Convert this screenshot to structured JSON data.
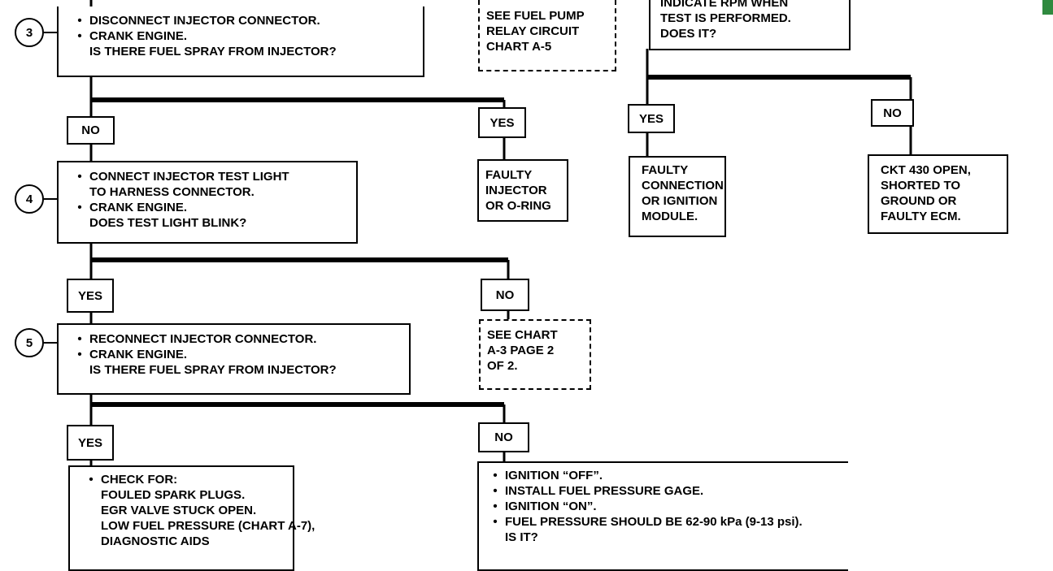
{
  "step3": {
    "number": "3",
    "lines": [
      {
        "bullet": "•",
        "text": "DISCONNECT INJECTOR CONNECTOR."
      },
      {
        "bullet": "•",
        "text": "CRANK ENGINE."
      },
      {
        "bullet": "",
        "text": "IS THERE FUEL SPRAY FROM INJECTOR?"
      }
    ]
  },
  "fuel_pump_ref": {
    "lines": [
      "SEE FUEL PUMP",
      "RELAY CIRCUIT",
      "CHART A-5"
    ]
  },
  "rpm_question": {
    "lines": [
      "INDICATE RPM WHEN",
      "TEST IS PERFORMED.",
      "DOES IT?"
    ]
  },
  "step3_no": "NO",
  "step3_yes": "YES",
  "faulty_injector": {
    "lines": [
      "FAULTY",
      "INJECTOR",
      "OR O-RING"
    ]
  },
  "rpm_yes": "YES",
  "rpm_no": "NO",
  "faulty_connection": {
    "lines": [
      "FAULTY",
      "CONNECTION",
      "OR IGNITION",
      "MODULE."
    ]
  },
  "ckt_430": {
    "lines": [
      "CKT 430 OPEN,",
      "SHORTED TO",
      "GROUND OR",
      "FAULTY ECM."
    ]
  },
  "step4": {
    "number": "4",
    "lines": [
      {
        "bullet": "•",
        "text": "CONNECT INJECTOR TEST LIGHT"
      },
      {
        "bullet": "",
        "text": "TO HARNESS CONNECTOR."
      },
      {
        "bullet": "•",
        "text": "CRANK ENGINE."
      },
      {
        "bullet": "",
        "text": "DOES TEST LIGHT BLINK?"
      }
    ]
  },
  "step4_yes": "YES",
  "step4_no": "NO",
  "chart_a3_ref": {
    "lines": [
      "SEE CHART",
      "A-3 PAGE 2",
      "OF 2."
    ]
  },
  "step5": {
    "number": "5",
    "lines": [
      {
        "bullet": "•",
        "text": "RECONNECT INJECTOR CONNECTOR."
      },
      {
        "bullet": "•",
        "text": "CRANK ENGINE."
      },
      {
        "bullet": "",
        "text": "IS THERE FUEL SPRAY FROM INJECTOR?"
      }
    ]
  },
  "step5_yes": "YES",
  "step5_no": "NO",
  "check_for": {
    "lines": [
      {
        "bullet": "•",
        "text": "CHECK FOR:"
      },
      {
        "bullet": "",
        "text": "FOULED SPARK PLUGS."
      },
      {
        "bullet": "",
        "text": "EGR VALVE STUCK OPEN."
      },
      {
        "bullet": "",
        "text": "LOW FUEL PRESSURE (CHART A-7),"
      },
      {
        "bullet": "",
        "text": "DIAGNOSTIC AIDS"
      }
    ]
  },
  "pressure_check": {
    "lines": [
      {
        "bullet": "•",
        "text": "IGNITION “OFF”."
      },
      {
        "bullet": "•",
        "text": "INSTALL FUEL PRESSURE GAGE."
      },
      {
        "bullet": "•",
        "text": "IGNITION “ON”."
      },
      {
        "bullet": "•",
        "text": "FUEL PRESSURE SHOULD BE 62-90 kPa (9-13 psi)."
      },
      {
        "bullet": "",
        "text": "IS IT?"
      }
    ]
  },
  "colors": {
    "ink": "#000000",
    "paper": "#ffffff",
    "corner_tab": "#2f8a3f"
  }
}
